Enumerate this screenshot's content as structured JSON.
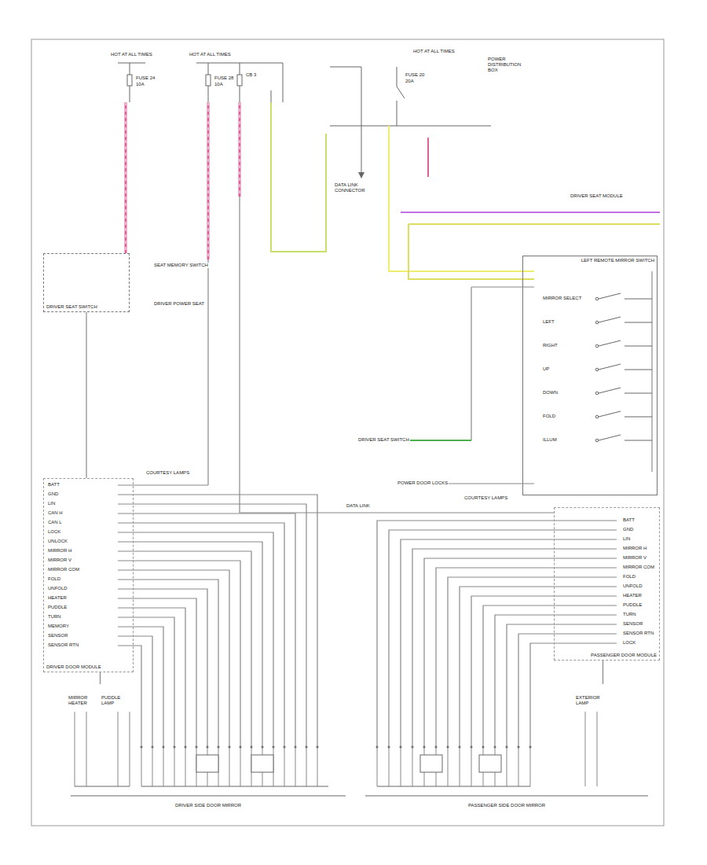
{
  "diagram": {
    "nodes": [
      {
        "text": [
          "DRIVER SEAT SWITCH"
        ]
      },
      {
        "text": [
          "LEFT REMOTE MIRROR SWITCH"
        ]
      },
      {
        "text": [
          "DRIVER DOOR MODULE"
        ]
      },
      {
        "text": [
          "PASSENGER DOOR MODULE"
        ]
      },
      {
        "text": [
          "DRIVER SIDE DOOR MIRROR"
        ]
      },
      {
        "text": [
          "PASSENGER SIDE DOOR MIRROR"
        ]
      }
    ],
    "edges": [
      {
        "from": 0,
        "to": 2,
        "arrow": "none"
      },
      {
        "from": 2,
        "to": 4,
        "arrow": "none"
      },
      {
        "from": 3,
        "to": 5,
        "arrow": "none"
      }
    ],
    "labels": [
      "HOT AT ALL TIMES",
      "HOT AT ALL TIMES",
      "HOT AT ALL TIMES",
      "FUSE 24",
      "10A",
      "FUSE 28",
      "10A",
      "CB 3",
      "FUSE 20",
      "20A",
      "POWER DISTRIBUTION BOX",
      "SEAT MEMORY SWITCH",
      "DRIVER POWER SEAT",
      "DATA LINK CONNECTOR",
      "DRIVER SEAT MODULE",
      "DRIVER SEAT SWITCH",
      "POWER DOOR LOCKS",
      "COURTESY LAMPS",
      "COURTESY LAMPS",
      "DATA LINK",
      "BATT",
      "GND",
      "LIN",
      "CAN H",
      "CAN L",
      "LOCK",
      "UNLOCK",
      "MIRROR H",
      "MIRROR V",
      "MIRROR COM",
      "FOLD",
      "UNFOLD",
      "HEATER",
      "PUDDLE",
      "TURN",
      "MEMORY",
      "SENSOR",
      "SENSOR RTN",
      "BATT",
      "GND",
      "LIN",
      "MIRROR H",
      "MIRROR V",
      "MIRROR COM",
      "FOLD",
      "UNFOLD",
      "HEATER",
      "PUDDLE",
      "TURN",
      "SENSOR",
      "SENSOR RTN",
      "LOCK",
      "MIRROR SELECT",
      "LEFT",
      "RIGHT",
      "UP",
      "DOWN",
      "FOLD",
      "ILLUM",
      "MIRROR HEATER",
      "PUDDLE LAMP",
      "EXTERIOR LAMP"
    ]
  }
}
